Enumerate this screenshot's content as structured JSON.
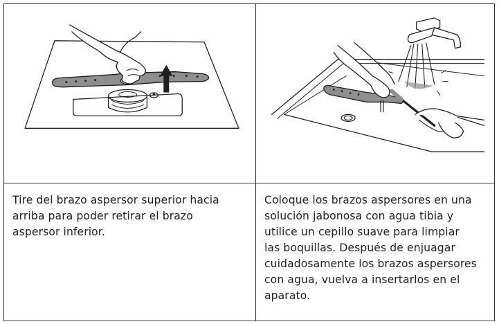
{
  "colors": {
    "border": "#333333",
    "line_art": "#231f20",
    "arm_fill": "#8f8f8f",
    "background": "#ffffff"
  },
  "steps": [
    {
      "illustration": "upper-spray-arm-removal",
      "text_lines": [
        "Tire del brazo aspersor superior hacia",
        "arriba para poder retirar el brazo",
        "aspersor inferior."
      ]
    },
    {
      "illustration": "spray-arm-cleaning-under-faucet",
      "text_lines": [
        "Coloque los brazos aspersores en una",
        "solución jabonosa con agua tibia y",
        "utilice un cepillo suave para limpiar",
        "las boquillas. Después de enjuagar",
        "cuidadosamente los brazos aspersores",
        "con agua, vuelva a insertarlos en el",
        "aparato."
      ]
    }
  ]
}
